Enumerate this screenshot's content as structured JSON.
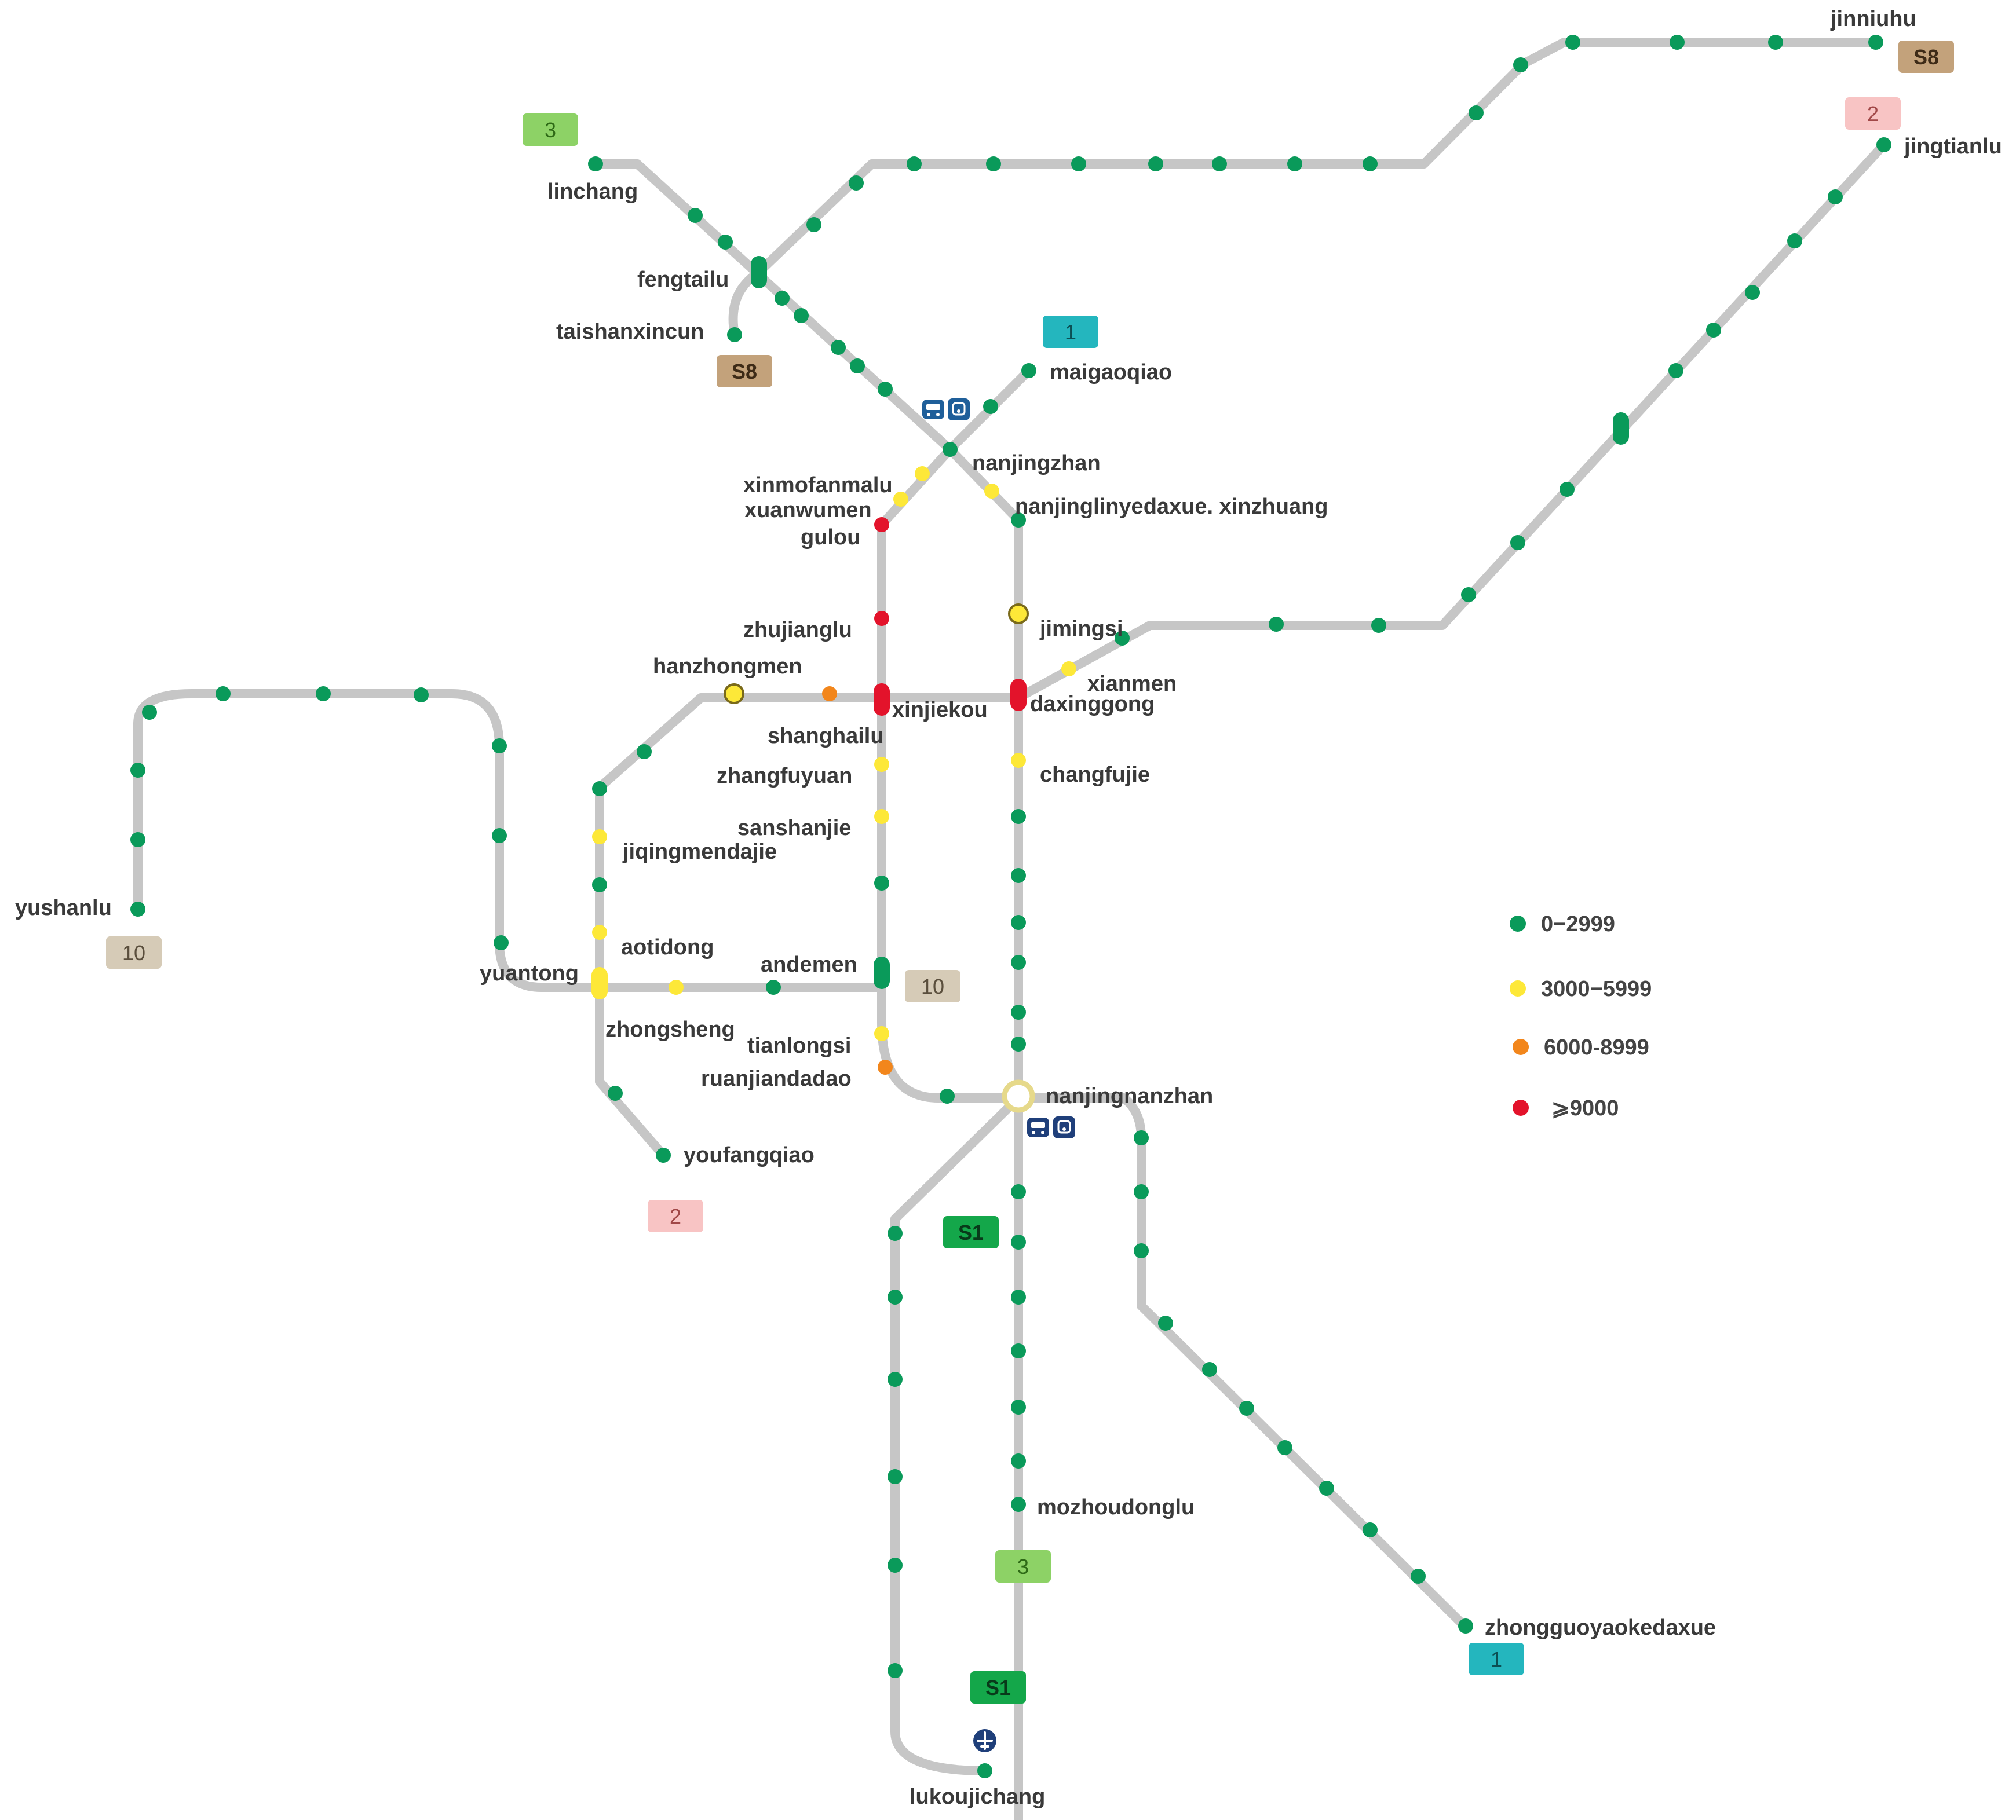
{
  "colors": {
    "track": "#c6c6c6",
    "green": "#0a9a5a",
    "yellow": "#fde838",
    "orange": "#f2861c",
    "red": "#e3132b",
    "label": "#3a3a3a"
  },
  "legend": [
    {
      "label": "0−2999",
      "color": "#0a9a5a"
    },
    {
      "label": "3000−5999",
      "color": "#fde838"
    },
    {
      "label": "6000-8999",
      "color": "#f2861c"
    },
    {
      "label": "⩾9000",
      "color": "#e3132b"
    }
  ],
  "line_badges": [
    {
      "id": "line-3-north",
      "label": "3",
      "bg": "#8dd266",
      "fg": "#2e6a16"
    },
    {
      "id": "line-3-south",
      "label": "3",
      "bg": "#8dd266",
      "fg": "#2e6a16"
    },
    {
      "id": "line-s8-west",
      "label": "S8",
      "bg": "#c3a27b",
      "fg": "#3e2b17"
    },
    {
      "id": "line-s8-east",
      "label": "S8",
      "bg": "#c3a27b",
      "fg": "#3e2b17"
    },
    {
      "id": "line-1-north",
      "label": "1",
      "bg": "#24b6be",
      "fg": "#0b4f53"
    },
    {
      "id": "line-1-south",
      "label": "1",
      "bg": "#24b6be",
      "fg": "#0b4f53"
    },
    {
      "id": "line-2-east",
      "label": "2",
      "bg": "#f8c4c4",
      "fg": "#a14848"
    },
    {
      "id": "line-2-west",
      "label": "2",
      "bg": "#f8c4c4",
      "fg": "#a14848"
    },
    {
      "id": "line-10-west",
      "label": "10",
      "bg": "#d6cbb7",
      "fg": "#5a4e3c"
    },
    {
      "id": "line-10-east",
      "label": "10",
      "bg": "#d6cbb7",
      "fg": "#5a4e3c"
    },
    {
      "id": "line-s1-north",
      "label": "S1",
      "bg": "#14a74a",
      "fg": "#083a1a"
    },
    {
      "id": "line-s1-south",
      "label": "S1",
      "bg": "#14a74a",
      "fg": "#083a1a"
    }
  ],
  "station_labels": [
    "jinniuhu",
    "jingtianlu",
    "linchang",
    "fengtailu",
    "taishanxincun",
    "maigaoqiao",
    "nanjingzhan",
    "xinmofanmalu",
    "xuanwumen",
    "gulou",
    "nanjinglinyedaxue. xinzhuang",
    "zhujianglu",
    "jimingsi",
    "hanzhongmen",
    "xinjiekou",
    "xianmen",
    "daxinggong",
    "shanghailu",
    "zhangfuyuan",
    "changfujie",
    "sanshanjie",
    "jiqingmendajie",
    "yushanlu",
    "aotidong",
    "andemen",
    "yuantong",
    "zhongsheng",
    "tianlongsi",
    "ruanjiandadao",
    "nanjingnanzhan",
    "youfangqiao",
    "mozhoudonglu",
    "zhongguoyaokedaxue",
    "lukoujichang"
  ]
}
